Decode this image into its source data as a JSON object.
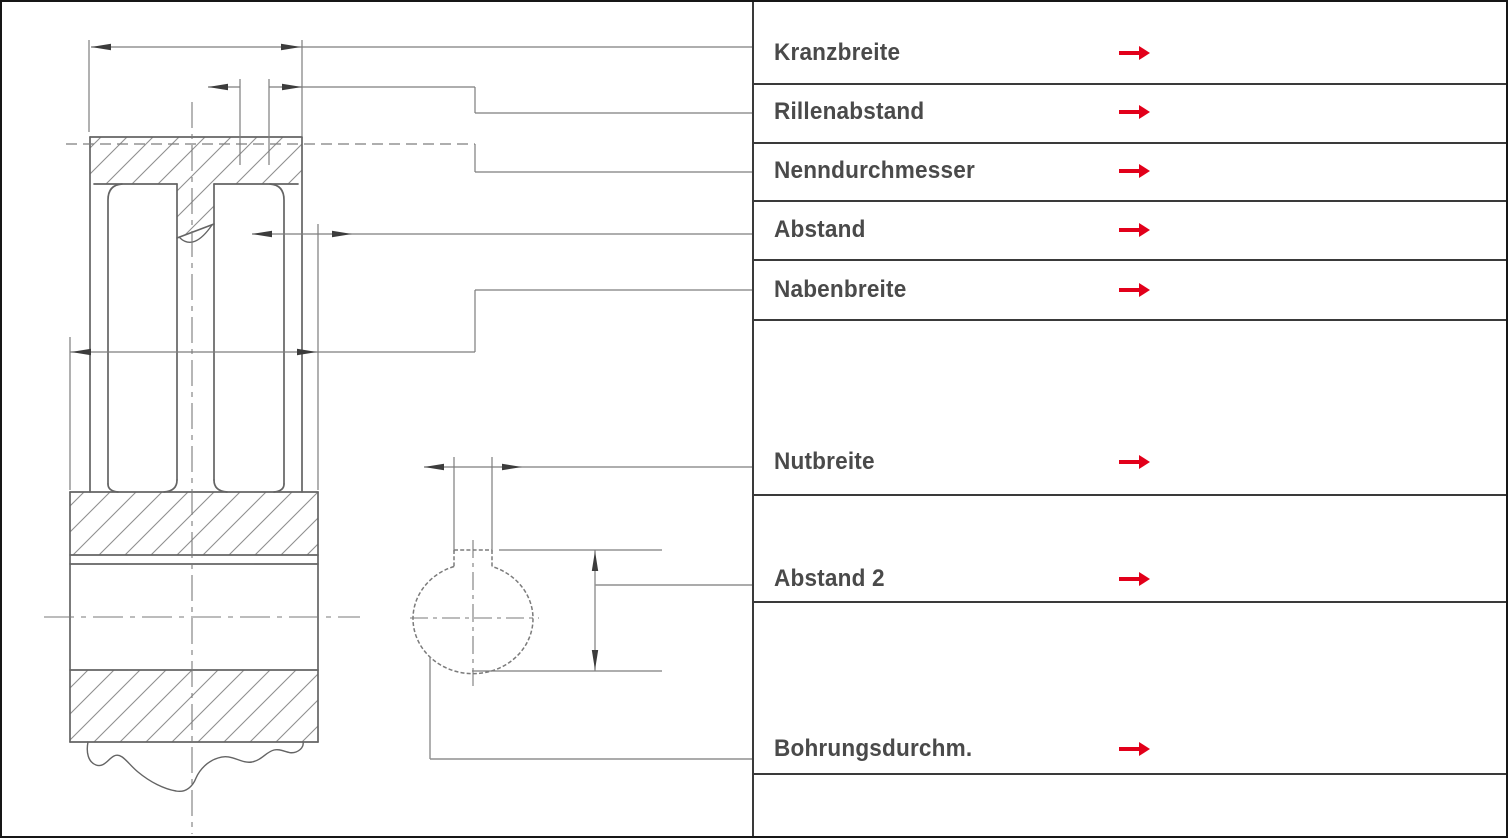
{
  "colors": {
    "accent_red": "#e2001a",
    "table_line": "#3a3a3a",
    "label_text": "#4a4a4a",
    "drawing_line": "#646464",
    "connector_line": "#8f8f8f",
    "background": "#ffffff"
  },
  "table": {
    "arrow_icon": "right-arrow",
    "rows": [
      {
        "label": "Kranzbreite"
      },
      {
        "label": "Rillenabstand"
      },
      {
        "label": "Nenndurchmesser"
      },
      {
        "label": "Abstand"
      },
      {
        "label": "Nabenbreite"
      },
      {
        "label": "Nutbreite"
      },
      {
        "label": "Abstand 2"
      },
      {
        "label": "Bohrungsdurchm."
      }
    ]
  }
}
